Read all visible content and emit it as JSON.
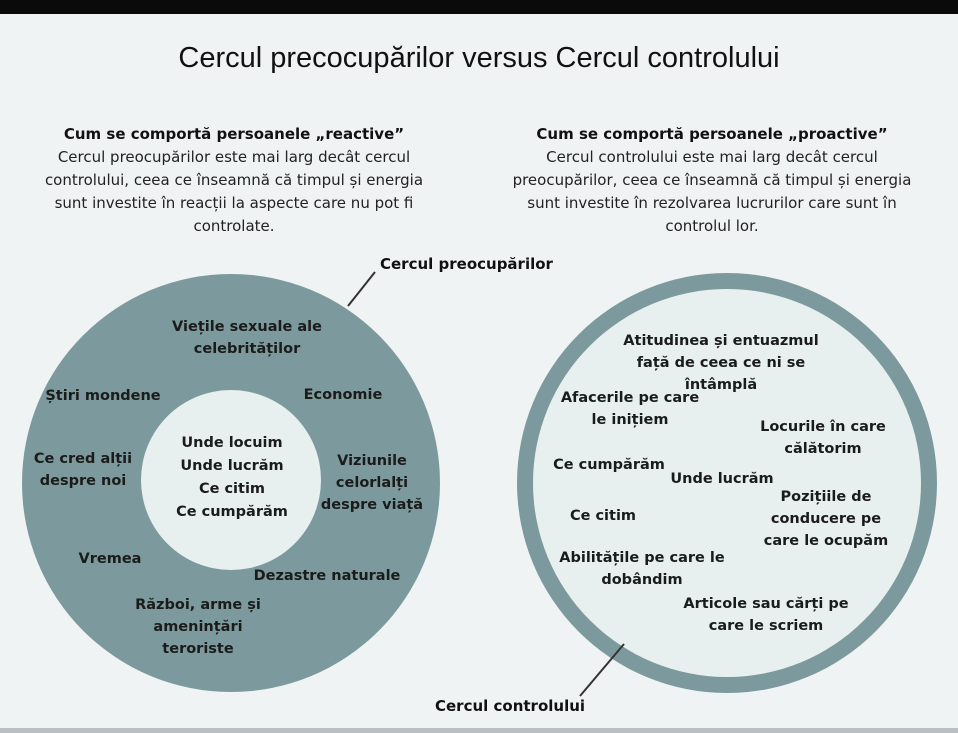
{
  "title": "Cercul precocupărilor versus Cercul controlului",
  "reactive": {
    "heading": "Cum se comportă persoanele „reactive”",
    "text": "Cercul preocupărilor este mai larg decât cercul controlului, ceea ce înseamnă că timpul și energia sunt investite în reacții la aspecte care nu pot fi controlate."
  },
  "proactive": {
    "heading": "Cum se comportă persoanele „proactive”",
    "text": "Cercul controlului este mai larg decât cercul preocupărilor, ceea ce înseamnă că timpul și energia sunt investite în rezolvarea lucrurilor care sunt în controlul lor."
  },
  "concern_circle": {
    "callout": "Cercul preocupărilor",
    "outer_items": [
      "Viețile sexuale ale celebrităților",
      "Economie",
      "Știri mondene",
      "Ce cred alții despre noi",
      "Viziunile celorlalți despre viață",
      "Vremea",
      "Dezastre naturale",
      "Război, arme și amenințări teroriste"
    ],
    "inner_items": [
      "Unde locuim",
      "Unde lucrăm",
      "Ce citim",
      "Ce cumpărăm"
    ]
  },
  "control_circle": {
    "callout": "Cercul controlului",
    "items": [
      "Atitudinea și entuazmul față de ceea ce ni se întâmplă",
      "Afacerile pe care le inițiem",
      "Locurile în care călătorim",
      "Ce cumpărăm",
      "Unde lucrăm",
      "Pozițiile de conducere pe care le ocupăm",
      "Ce citim",
      "Abilitățile pe care le dobândim",
      "Articole sau cărți pe care le scriem"
    ]
  },
  "colors": {
    "ring": "#7c9a9d",
    "inner": "#e7f0ef",
    "background": "#eff3f4"
  }
}
